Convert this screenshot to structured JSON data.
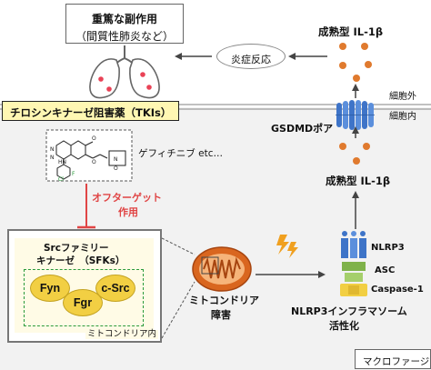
{
  "side_effects": {
    "line1": "重篤な副作用",
    "line2": "（間質性肺炎など）"
  },
  "inflammation_label": "炎症反応",
  "mature_il1b_top": "成熟型 IL-1β",
  "mature_il1b_mid": "成熟型 IL-1β",
  "extracellular": "細胞外",
  "intracellular": "細胞内",
  "tki_label": "チロシンキナーゼ阻害薬（TKIs）",
  "gsdmd_pore": "GSDMDポア",
  "drug_label": "ゲフィチニブ etc…",
  "off_target": {
    "line1": "オフターゲット",
    "line2": "作用"
  },
  "src_family": {
    "line1": "Srcファミリー",
    "line2": "キナーゼ　（SFKs）"
  },
  "kinases": [
    "Fyn",
    "Fgr",
    "c-Src"
  ],
  "mito_inside": "ミトコンドリア内",
  "mito_damage": {
    "line1": "ミトコンドリア",
    "line2": "障害"
  },
  "nlrp3_components": {
    "nlrp3": "NLRP3",
    "asc": "ASC",
    "caspase": "Caspase-1"
  },
  "nlrp3_activation": {
    "line1": "NLRP3インフラマソーム",
    "line2": "活性化"
  },
  "macrophage": "マクロファージ",
  "colors": {
    "membrane": "#9a9a9a",
    "cell_bg": "#f2f2f2",
    "il1b": "#e07a2e",
    "kinase": "#f2cf43",
    "pore": "#3e74c8",
    "inhibit": "#e04545",
    "lightning": "#f0a020",
    "mito": "#d9661f"
  },
  "icons": [
    "lungs-icon",
    "gefitinib-structure-icon",
    "mitochondrion-icon",
    "lightning-icon",
    "nlrp3-inflammasome-icon",
    "gsdmd-pore-icon"
  ]
}
